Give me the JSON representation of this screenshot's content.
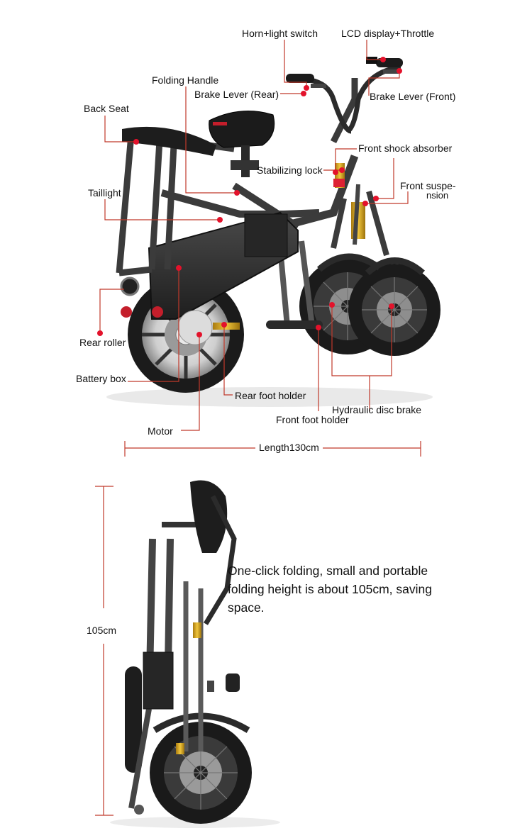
{
  "labels": {
    "horn_light_switch": "Horn+light switch",
    "lcd_display_throttle": "LCD display+Throttle",
    "folding_handle": "Folding Handle",
    "brake_lever_rear": "Brake Lever (Rear)",
    "brake_lever_front": "Brake Lever (Front)",
    "back_seat": "Back Seat",
    "front_shock_absorber": "Front shock absorber",
    "stabilizing_lock": "Stabilizing lock",
    "front_suspension_line1": "Front suspe-",
    "front_suspension_line2": "nsion",
    "taillight": "Taillight",
    "rear_roller": "Rear roller",
    "battery_box": "Battery box",
    "rear_foot_holder": "Rear foot holder",
    "hydraulic_disc_brake": "Hydraulic disc brake",
    "front_foot_holder": "Front foot holder",
    "motor": "Motor"
  },
  "dimensions": {
    "length": "Length130cm",
    "height": "105cm"
  },
  "caption": {
    "line1": "One-click folding, small and portable",
    "line2": "folding height is about 105cm, saving",
    "line3": "space."
  },
  "colors": {
    "callout_line": "#c0392b",
    "callout_dot": "#e3122b",
    "frame": "#3b3b3b",
    "tire": "#1b1b1b",
    "accent_gold": "#d9a81e"
  }
}
